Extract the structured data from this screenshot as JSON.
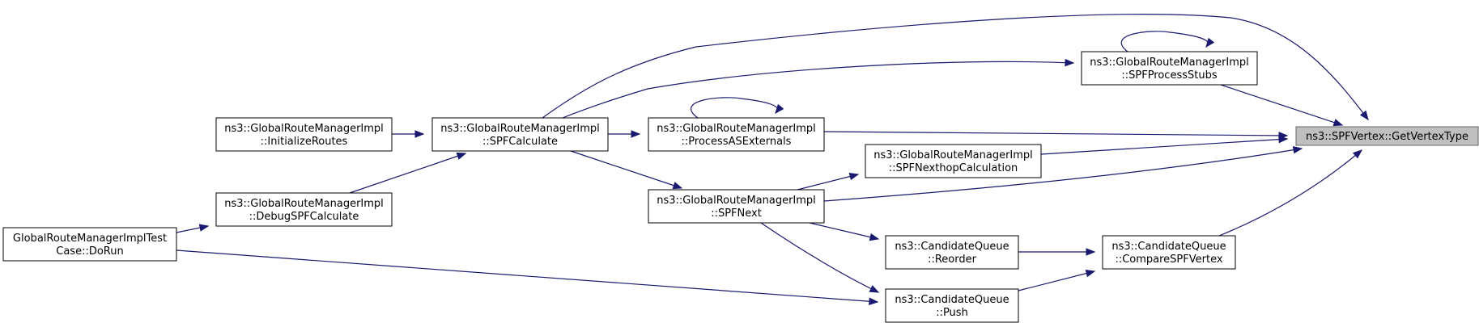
{
  "graph": {
    "nodes": [
      {
        "id": "get_vertex_type",
        "lines": [
          "ns3::SPFVertex::GetVertexType"
        ],
        "highlight": true
      },
      {
        "id": "spf_process_stubs",
        "lines": [
          "ns3::GlobalRouteManagerImpl",
          "::SPFProcessStubs"
        ]
      },
      {
        "id": "process_as_externals",
        "lines": [
          "ns3::GlobalRouteManagerImpl",
          "::ProcessASExternals"
        ]
      },
      {
        "id": "spf_nexthop_calculation",
        "lines": [
          "ns3::GlobalRouteManagerImpl",
          "::SPFNexthopCalculation"
        ]
      },
      {
        "id": "spf_calculate",
        "lines": [
          "ns3::GlobalRouteManagerImpl",
          "::SPFCalculate"
        ]
      },
      {
        "id": "initialize_routes",
        "lines": [
          "ns3::GlobalRouteManagerImpl",
          "::InitializeRoutes"
        ]
      },
      {
        "id": "debug_spf_calculate",
        "lines": [
          "ns3::GlobalRouteManagerImpl",
          "::DebugSPFCalculate"
        ]
      },
      {
        "id": "spf_next",
        "lines": [
          "ns3::GlobalRouteManagerImpl",
          "::SPFNext"
        ]
      },
      {
        "id": "test_case_do_run",
        "lines": [
          "GlobalRouteManagerImplTest",
          "Case::DoRun"
        ]
      },
      {
        "id": "candidate_queue_reorder",
        "lines": [
          "ns3::CandidateQueue",
          "::Reorder"
        ]
      },
      {
        "id": "candidate_queue_push",
        "lines": [
          "ns3::CandidateQueue",
          "::Push"
        ]
      },
      {
        "id": "compare_spf_vertex",
        "lines": [
          "ns3::CandidateQueue",
          "::CompareSPFVertex"
        ]
      }
    ],
    "edges": [
      {
        "from": "spf_calculate",
        "to": "get_vertex_type"
      },
      {
        "from": "spf_process_stubs",
        "to": "get_vertex_type"
      },
      {
        "from": "spf_process_stubs",
        "to": "spf_process_stubs"
      },
      {
        "from": "process_as_externals",
        "to": "get_vertex_type"
      },
      {
        "from": "process_as_externals",
        "to": "process_as_externals"
      },
      {
        "from": "spf_nexthop_calculation",
        "to": "get_vertex_type"
      },
      {
        "from": "spf_next",
        "to": "get_vertex_type"
      },
      {
        "from": "compare_spf_vertex",
        "to": "get_vertex_type"
      },
      {
        "from": "spf_calculate",
        "to": "spf_process_stubs"
      },
      {
        "from": "spf_calculate",
        "to": "process_as_externals"
      },
      {
        "from": "initialize_routes",
        "to": "spf_calculate"
      },
      {
        "from": "debug_spf_calculate",
        "to": "spf_calculate"
      },
      {
        "from": "test_case_do_run",
        "to": "debug_spf_calculate"
      },
      {
        "from": "spf_calculate",
        "to": "spf_next"
      },
      {
        "from": "spf_next",
        "to": "spf_nexthop_calculation"
      },
      {
        "from": "spf_next",
        "to": "candidate_queue_reorder"
      },
      {
        "from": "spf_next",
        "to": "candidate_queue_push"
      },
      {
        "from": "candidate_queue_reorder",
        "to": "compare_spf_vertex"
      },
      {
        "from": "candidate_queue_push",
        "to": "compare_spf_vertex"
      },
      {
        "from": "test_case_do_run",
        "to": "candidate_queue_push"
      }
    ]
  }
}
